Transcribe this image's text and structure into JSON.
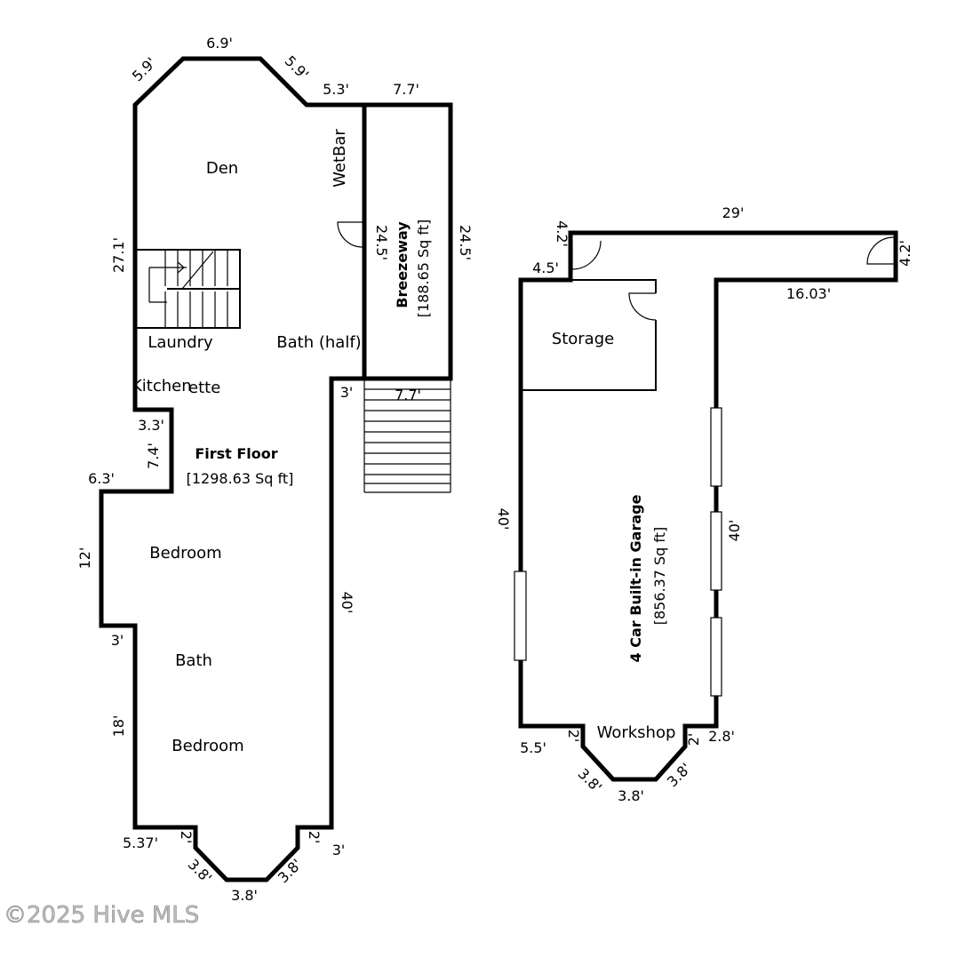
{
  "first_floor": {
    "title": "First Floor",
    "area": "[1298.63 Sq ft]",
    "rooms": {
      "den": "Den",
      "wetbar": "WetBar",
      "laundry": "Laundry",
      "bath_half": "Bath (half)",
      "kitchenette_a": "Kitchen",
      "kitchenette_b": "ette",
      "bedroom_upper": "Bedroom",
      "bath": "Bath",
      "bedroom_lower": "Bedroom"
    },
    "dims": {
      "top": "6.9'",
      "top_left_angle": "5.9'",
      "top_right_angle": "5.9'",
      "top_step": "5.3'",
      "left_upper": "27.1'",
      "kitchenette_step": "3.3'",
      "notch_height": "7.4'",
      "notch_width": "6.3'",
      "bedroom_wall": "12'",
      "bath_step": "3'",
      "lower_left": "18'",
      "right_wall": "40'",
      "right_top_step": "3'",
      "bottom_left": "5.37'",
      "bottom_left_small": "2'",
      "bottom_left_angle": "3.8'",
      "bottom": "3.8'",
      "bottom_right_angle": "3.8'",
      "bottom_right_small": "2'",
      "bottom_right": "3'"
    }
  },
  "breezeway": {
    "title": "Breezeway",
    "area": "[188.65 Sq ft]",
    "dims": {
      "top": "7.7'",
      "left": "24.5'",
      "right": "24.5'",
      "stairs": "7.7'"
    }
  },
  "garage": {
    "title": "4 Car Built-in Garage",
    "area": "[856.37 Sq ft]",
    "rooms": {
      "storage": "Storage",
      "workshop": "Workshop"
    },
    "dims": {
      "top": "29'",
      "top_left_small": "4.2'",
      "top_right_small": "4.2'",
      "left_step": "4.5'",
      "right_step": "16.03'",
      "left": "40'",
      "right": "40'",
      "bottom_left": "5.5'",
      "bottom_left_small": "2'",
      "bottom_left_angle": "3.8'",
      "bottom": "3.8'",
      "bottom_right_angle": "3.8'",
      "bottom_right_small": "2'",
      "bottom_right": "2.8'"
    }
  },
  "watermark": "©2025 Hive MLS"
}
